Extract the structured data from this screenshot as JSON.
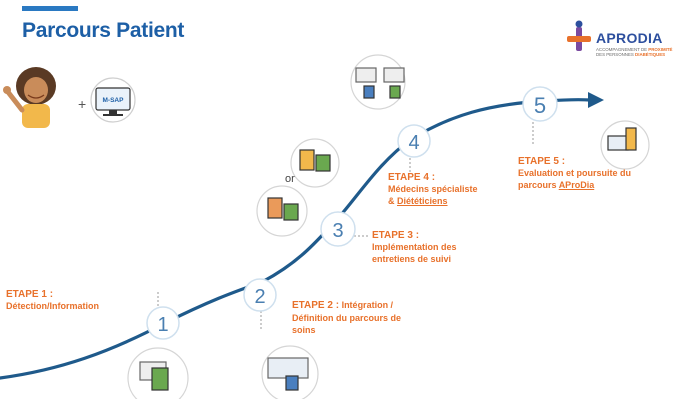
{
  "header": {
    "title": "Parcours Patient"
  },
  "logo": {
    "name": "APRODIA",
    "tagline_1_pre": "ACCOMPAGNEMENT DE ",
    "tagline_1_hl": "PROXIMITÉ",
    "tagline_2_pre": "DES PERSONNES ",
    "tagline_2_hl": "DIABÉTIQUES"
  },
  "intro": {
    "plus": "+",
    "monitor_text": "M-SAP"
  },
  "connector": {
    "or": "or"
  },
  "steps": [
    {
      "number": "1",
      "title": "ETAPE 1 :",
      "line1": "Détection/Information"
    },
    {
      "number": "2",
      "title": "ETAPE 2 :",
      "title_rest": "Intégration /",
      "line1": "Définition du parcours de",
      "line2": "soins"
    },
    {
      "number": "3",
      "title": "ETAPE 3 :",
      "line1": "Implémentation des",
      "line2": "entretiens de suivi"
    },
    {
      "number": "4",
      "title": "ETAPE 4 :",
      "line1_a": "Médecins spécialiste",
      "line2_pre": "& ",
      "line2_u": "Diététiciens"
    },
    {
      "number": "5",
      "title": "ETAPE 5 :",
      "line1": "Evaluation et poursuite du",
      "line2_pre": "parcours ",
      "line2_u": "AProDia"
    }
  ],
  "colors": {
    "accent": "#e8712b",
    "title": "#1d5fa6",
    "path": "#1f5a8b"
  }
}
